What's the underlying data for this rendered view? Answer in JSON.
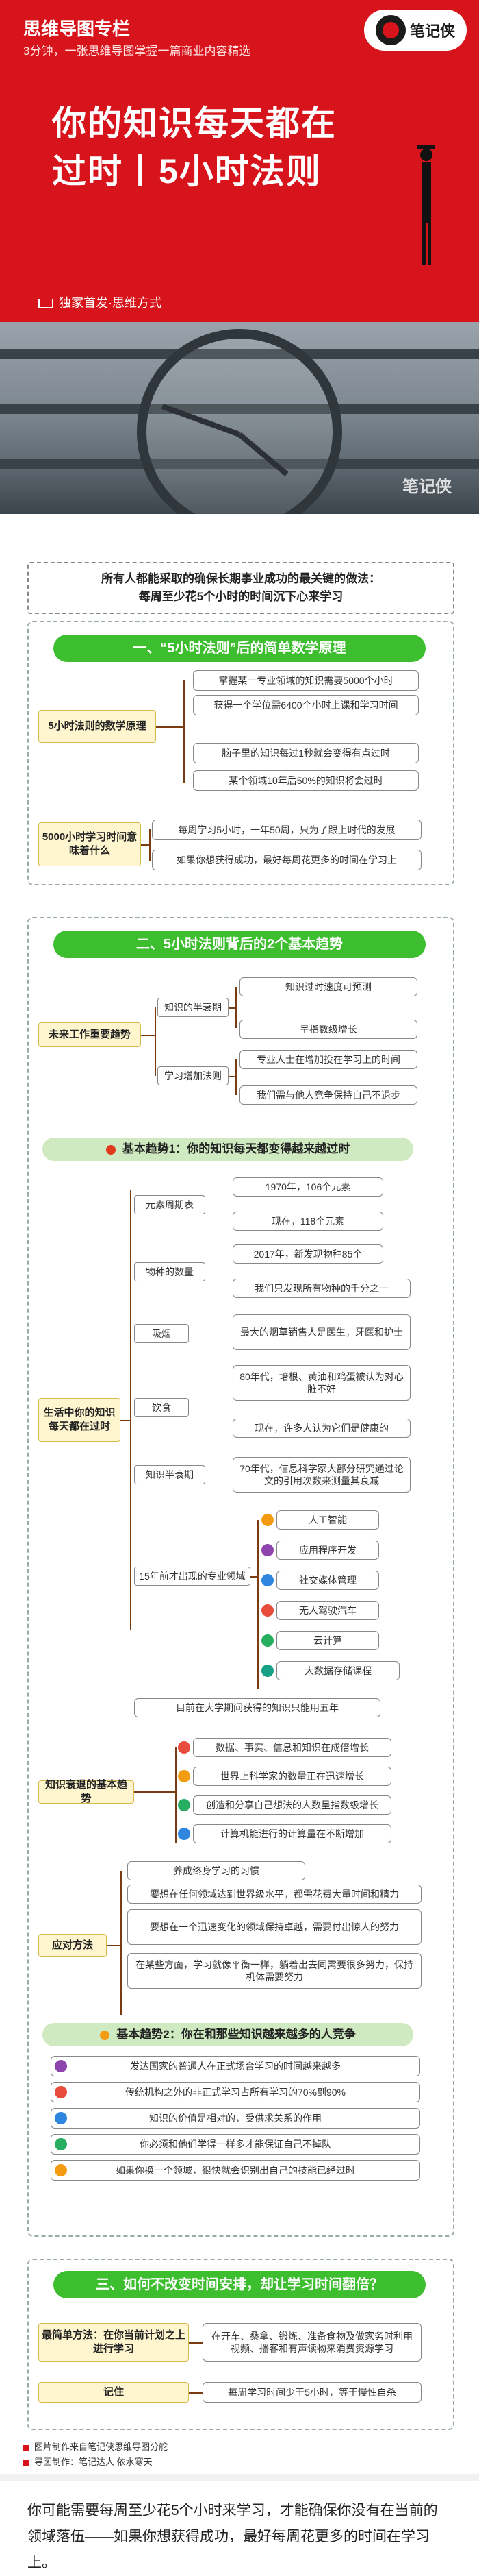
{
  "header": {
    "column": "思维导图专栏",
    "subtitle": "3分钟，一张思维导图掌握一篇商业内容精选",
    "logo": "笔记侠",
    "title_line1": "你的知识每天都在",
    "title_line2": "过时丨5小时法则",
    "exclusive": "独家首发·思维方式"
  },
  "photo": {
    "watermark": "笔记侠"
  },
  "intro": {
    "line1": "所有人都能采取的确保长期事业成功的最关键的做法：",
    "line2": "每周至少花5个小时的时间沉下心来学习"
  },
  "s1": {
    "heading": "一、“5小时法则”后的简单数学原理",
    "a_label": "5小时法则的数学原理",
    "a_items": [
      "掌握某一专业领域的知识需要5000个小时",
      "获得一个学位需6400个小时上课和学习时间",
      "脑子里的知识每过1秒就会变得有点过时",
      "某个领域10年后50%的知识将会过时"
    ],
    "b_label": "5000小时学习时间意味着什么",
    "b_items": [
      "每周学习5小时，一年50周，只为了跟上时代的发展",
      "如果你想获得成功，最好每周花更多的时间在学习上"
    ]
  },
  "s2": {
    "heading": "二、5小时法则背后的2个基本趋势",
    "future_label": "未来工作重要趋势",
    "half_life": "知识的半衰期",
    "half_items": [
      "知识过时速度可预测",
      "呈指数级增长"
    ],
    "learn_bonus": "学习增加法则",
    "learn_items": [
      "专业人士在增加投在学习上的时间",
      "我们需与他人竞争保持自己不退步"
    ],
    "trend1": "基本趋势1：你的知识每天都变得越来越过时",
    "life_label": "生活中你的知识每天都在过时",
    "elem_period": "元素周期表",
    "elem_items": [
      "1970年，106个元素",
      "现在，118个元素"
    ],
    "species": "物种的数量",
    "species_items": [
      "2017年，新发现物种85个",
      "我们只发现所有物种的千分之一"
    ],
    "smoking": "吸烟",
    "smoking_item": "最大的烟草销售人是医生，牙医和护士",
    "diet": "饮食",
    "diet_items": [
      "80年代，培根、黄油和鸡蛋被认为对心脏不好",
      "现在，许多人认为它们是健康的"
    ],
    "half_life2": "知识半衰期",
    "half2_item": "70年代，信息科学家大部分研究通过论文的引用次数来测量其衰减",
    "field15": "15年前才出现的专业领域",
    "fields": [
      "人工智能",
      "应用程序开发",
      "社交媒体管理",
      "无人驾驶汽车",
      "云计算",
      "大数据存储课程"
    ],
    "uni_item": "目前在大学期间获得的知识只能用五年",
    "knowledge_label": "知识衰退的基本趋势",
    "knowledge_items": [
      "数据、事实、信息和知识在成倍增长",
      "世界上科学家的数量正在迅速增长",
      "创造和分享自己想法的人数呈指数级增长",
      "计算机能进行的计算量在不断增加"
    ],
    "method_label": "应对方法",
    "method_items": [
      "养成终身学习的习惯",
      "要想在任何领域达到世界级水平，都需花费大量时间和精力",
      "要想在一个迅速变化的领域保持卓越，需要付出惊人的努力",
      "在某些方面，学习就像平衡一样，躺着出去同需要很多努力，保持机体需要努力"
    ],
    "trend2": "基本趋势2：你在和那些知识越来越多的人竞争",
    "compete_items": [
      "发达国家的普通人在正式场合学习的时间越来越多",
      "传统机构之外的非正式学习占所有学习的70%到90%",
      "知识的价值是相对的，受供求关系的作用",
      "你必须和他们学得一样多才能保证自己不掉队",
      "如果你换一个领域，很快就会识别出自己的技能已经过时"
    ]
  },
  "s3": {
    "heading": "三、如何不改变时间安排，却让学习时间翻倍？",
    "best_label": "最简单方法：在你当前计划之上进行学习",
    "best_item": "在开车、桑拿、锻炼、准备食物及做家务时利用视频、播客和有声读物来消费资源学习",
    "remember_label": "记住",
    "remember_item": "每周学习时间少于5小时，等于慢性自杀"
  },
  "notes": [
    "图片制作来自笔记侠思维导图分舵",
    "导图制作：笔记达人 依水寒天"
  ],
  "closing": "你可能需要每周至少花5个小时来学习，才能确保你没有在当前的领域落伍——如果你想获得成功，最好每周花更多的时间在学习上。",
  "colors": {
    "brand_red": "#d7141b",
    "green_bar": "#3cbe2e",
    "label_fill": "#fff6cf",
    "branch": "#7a3c10"
  }
}
